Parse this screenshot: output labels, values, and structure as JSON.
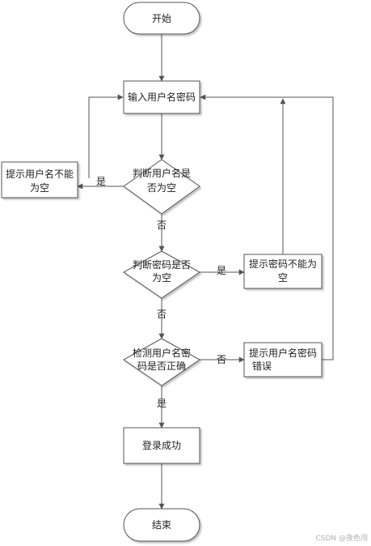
{
  "nodes": {
    "start": "开始",
    "input": "输入用户名密码",
    "check_user_empty_1": "判断用户名是",
    "check_user_empty_2": "否为空",
    "tip_user_empty_1": "提示用户名不能",
    "tip_user_empty_2": "为空",
    "check_pwd_empty_1": "判断密码是否",
    "check_pwd_empty_2": "为空",
    "tip_pwd_empty_1": "提示密码不能为",
    "tip_pwd_empty_2": "空",
    "verify_1": "检测用户名密",
    "verify_2": "码是否正确",
    "tip_wrong_1": "提示用户名密码",
    "tip_wrong_2": "错误",
    "login_ok": "登录成功",
    "end": "结束"
  },
  "edges": {
    "yes_user_empty": "是",
    "no_user_empty": "否",
    "yes_pwd_empty": "是",
    "no_pwd_empty": "否",
    "no_verify": "否",
    "yes_verify": "是"
  },
  "watermark": "CSDN @夜色闯",
  "colors": {
    "stroke": "#555555",
    "fill": "#ffffff"
  }
}
